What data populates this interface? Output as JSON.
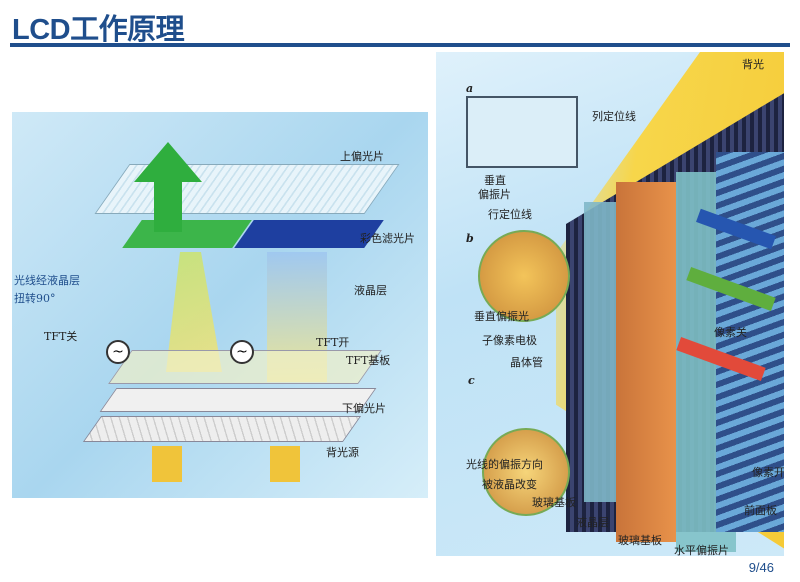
{
  "slide": {
    "title": "LCD工作原理",
    "page": "9/46"
  },
  "left_diagram": {
    "labels": {
      "top_polarizer": "上偏光片",
      "color_filter": "彩色滤光片",
      "liquid_crystal": "液晶层",
      "twist_note_1": "光线经液晶层",
      "twist_note_2": "扭转90°",
      "tft_off": "TFT关",
      "tft_on": "TFT开",
      "tft_substrate": "TFT基板",
      "bottom_polarizer": "下偏光片",
      "backlight": "背光源"
    }
  },
  "right_diagram": {
    "labels": {
      "backlight": "背光",
      "inset_a": "a",
      "vertical_polarizer_1": "垂直",
      "vertical_polarizer_2": "偏振片",
      "column_line": "列定位线",
      "row_line": "行定位线",
      "inset_b": "b",
      "vertical_polarized_light": "垂直偏振光",
      "subpixel_electrode": "子像素电极",
      "transistor": "晶体管",
      "inset_c": "c",
      "pol_change_1": "光线的偏振方向",
      "pol_change_2": "被液晶改变",
      "glass_substrate_1": "玻璃基板",
      "liquid_crystal": "液晶层",
      "glass_substrate_2": "玻璃基板",
      "horizontal_polarizer": "水平偏振片",
      "pixel_off": "像素关",
      "pixel_on": "像素开",
      "front_panel": "前面板"
    }
  },
  "colors": {
    "accent": "#1f4e8c"
  }
}
